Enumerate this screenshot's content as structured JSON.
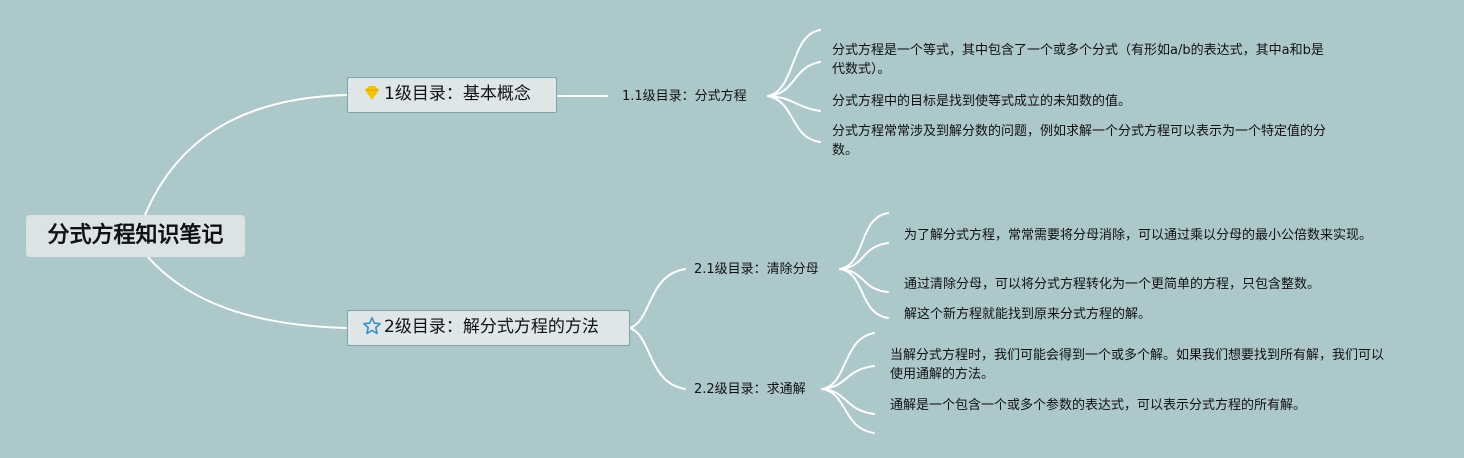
{
  "root": {
    "label": "分式方程知识笔记"
  },
  "branches": [
    {
      "label": "1级目录：基本概念",
      "icon": "diamond-icon",
      "icon_color": "#f5c400",
      "children": [
        {
          "label": "1.1级目录：分式方程",
          "leaves": [
            "分式方程是一个等式，其中包含了一个或多个分式（有形如a/b的表达式，其中a和b是代数式）。",
            "分式方程中的目标是找到使等式成立的未知数的值。",
            "分式方程常常涉及到解分数的问题，例如求解一个分式方程可以表示为一个特定值的分数。"
          ]
        }
      ]
    },
    {
      "label": "2级目录：解分式方程的方法",
      "icon": "star-icon",
      "icon_color": "#3a8fd0",
      "children": [
        {
          "label": "2.1级目录：清除分母",
          "leaves": [
            "为了解分式方程，常常需要将分母消除，可以通过乘以分母的最小公倍数来实现。",
            "通过清除分母，可以将分式方程转化为一个更简单的方程，只包含整数。",
            "解这个新方程就能找到原来分式方程的解。"
          ]
        },
        {
          "label": "2.2级目录：求通解",
          "leaves": [
            "当解分式方程时，我们可能会得到一个或多个解。如果我们想要找到所有解，我们可以使用通解的方法。",
            "通解是一个包含一个或多个参数的表达式，可以表示分式方程的所有解。"
          ]
        }
      ]
    }
  ]
}
